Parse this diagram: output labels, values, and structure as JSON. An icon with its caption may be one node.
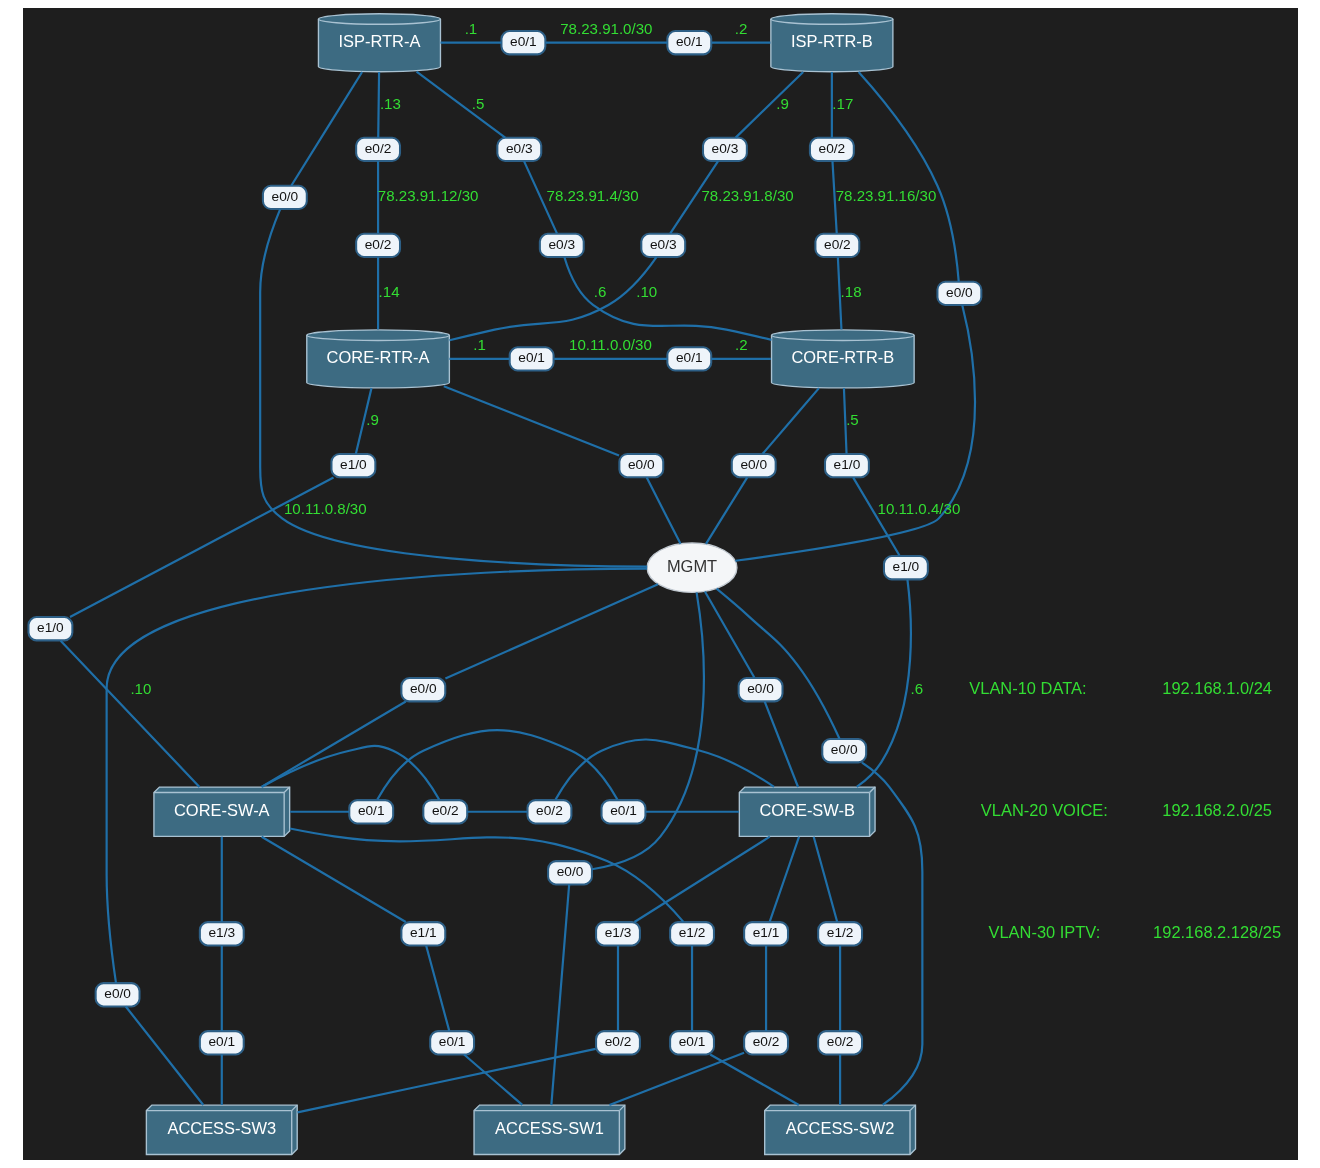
{
  "diagram": {
    "nodes": [
      {
        "text": [
          "ISP-RTR-A"
        ]
      },
      {
        "text": [
          "e0/1"
        ]
      },
      {
        "text": [
          "e0/1"
        ]
      },
      {
        "text": [
          "ISP-RTR-B"
        ]
      },
      {
        "text": [
          "e0/3"
        ]
      },
      {
        "text": [
          "e0/3"
        ]
      },
      {
        "text": [
          "e0/2"
        ]
      },
      {
        "text": [
          "e0/0"
        ]
      },
      {
        "text": [
          "e0/0"
        ]
      },
      {
        "text": [
          "e0/2"
        ]
      },
      {
        "text": [
          "e0/2"
        ]
      },
      {
        "text": [
          "e0/2"
        ]
      },
      {
        "text": [
          "e0/3"
        ]
      },
      {
        "text": [
          "e0/3"
        ]
      },
      {
        "text": [
          "CORE-RTR-A"
        ]
      },
      {
        "text": [
          "e0/1"
        ]
      },
      {
        "text": [
          "e0/1"
        ]
      },
      {
        "text": [
          "CORE-RTR-B"
        ]
      },
      {
        "text": [
          "e0/0"
        ]
      },
      {
        "text": [
          "e0/0"
        ]
      },
      {
        "text": [
          "e1/0"
        ]
      },
      {
        "text": [
          "e1/0"
        ]
      },
      {
        "text": [
          "MGMT"
        ]
      },
      {
        "text": [
          "e1/0"
        ]
      },
      {
        "text": [
          "e1/0"
        ]
      },
      {
        "text": [
          "e0/0"
        ]
      },
      {
        "text": [
          "e0/0"
        ]
      },
      {
        "text": [
          "CORE-SW-A"
        ]
      },
      {
        "text": [
          "e0/1"
        ]
      },
      {
        "text": [
          "e0/1"
        ]
      },
      {
        "text": [
          "e0/2"
        ]
      },
      {
        "text": [
          "e0/2"
        ]
      },
      {
        "text": [
          "CORE-SW-B"
        ]
      },
      {
        "text": [
          "e1/1"
        ]
      },
      {
        "text": [
          "e1/2"
        ]
      },
      {
        "text": [
          "e1/3"
        ]
      },
      {
        "text": [
          "e1/1"
        ]
      },
      {
        "text": [
          "e1/2"
        ]
      },
      {
        "text": [
          "e1/3"
        ]
      },
      {
        "text": [
          "e0/0"
        ]
      },
      {
        "text": [
          "e0/1"
        ]
      },
      {
        "text": [
          "e0/0"
        ]
      },
      {
        "text": [
          "e0/0"
        ]
      },
      {
        "text": [
          "e0/2"
        ]
      },
      {
        "text": [
          "e0/2"
        ]
      },
      {
        "text": [
          "e0/1"
        ]
      },
      {
        "text": [
          "e0/2"
        ]
      },
      {
        "text": [
          "e0/1"
        ]
      },
      {
        "text": [
          "ACCESS-SW1"
        ]
      },
      {
        "text": [
          "ACCESS-SW2"
        ]
      },
      {
        "text": [
          "ACCESS-SW3"
        ]
      }
    ],
    "edges": [
      {
        "from": 0,
        "to": 1,
        "arrow": "none",
        "label": ".1"
      },
      {
        "from": 1,
        "to": 2,
        "arrow": "none",
        "label": "78.23.91.0/30"
      },
      {
        "from": 2,
        "to": 3,
        "arrow": "none",
        "label": ".2"
      },
      {
        "from": 0,
        "to": 4,
        "arrow": "none",
        "label": ".5"
      },
      {
        "from": 4,
        "to": 13,
        "arrow": "none",
        "label": "78.23.91.4/30"
      },
      {
        "from": 13,
        "to": 17,
        "arrow": "none",
        "label": ".6"
      },
      {
        "from": 0,
        "to": 6,
        "arrow": "none",
        "label": ".13"
      },
      {
        "from": 6,
        "to": 10,
        "arrow": "none",
        "label": "78.23.91.12/30"
      },
      {
        "from": 10,
        "to": 14,
        "arrow": "none",
        "label": ".14"
      },
      {
        "from": 0,
        "to": 7,
        "arrow": "none"
      },
      {
        "from": 7,
        "to": 22,
        "arrow": "none"
      },
      {
        "from": 3,
        "to": 5,
        "arrow": "none",
        "label": ".9"
      },
      {
        "from": 5,
        "to": 12,
        "arrow": "none",
        "label": "78.23.91.8/30"
      },
      {
        "from": 12,
        "to": 14,
        "arrow": "none",
        "label": ".10"
      },
      {
        "from": 3,
        "to": 9,
        "arrow": "none",
        "label": ".17"
      },
      {
        "from": 9,
        "to": 11,
        "arrow": "none",
        "label": "78.23.91.16/30"
      },
      {
        "from": 11,
        "to": 17,
        "arrow": "none",
        "label": ".18"
      },
      {
        "from": 3,
        "to": 8,
        "arrow": "none"
      },
      {
        "from": 8,
        "to": 22,
        "arrow": "none"
      },
      {
        "from": 14,
        "to": 15,
        "arrow": "none",
        "label": ".1"
      },
      {
        "from": 15,
        "to": 16,
        "arrow": "none",
        "label": "10.11.0.0/30"
      },
      {
        "from": 16,
        "to": 17,
        "arrow": "none",
        "label": ".2"
      },
      {
        "from": 14,
        "to": 18,
        "arrow": "none"
      },
      {
        "from": 18,
        "to": 22,
        "arrow": "none"
      },
      {
        "from": 14,
        "to": 20,
        "arrow": "none",
        "label": ".9"
      },
      {
        "from": 20,
        "to": 23,
        "arrow": "none",
        "label": "10.11.0.8/30"
      },
      {
        "from": 23,
        "to": 27,
        "arrow": "none",
        "label": ".10"
      },
      {
        "from": 17,
        "to": 19,
        "arrow": "none"
      },
      {
        "from": 19,
        "to": 22,
        "arrow": "none"
      },
      {
        "from": 17,
        "to": 21,
        "arrow": "none",
        "label": ".5"
      },
      {
        "from": 21,
        "to": 24,
        "arrow": "none",
        "label": "10.11.0.4/30"
      },
      {
        "from": 24,
        "to": 32,
        "arrow": "none",
        "label": ".6"
      },
      {
        "from": 22,
        "to": 25,
        "arrow": "none"
      },
      {
        "from": 25,
        "to": 27,
        "arrow": "none"
      },
      {
        "from": 22,
        "to": 26,
        "arrow": "none"
      },
      {
        "from": 26,
        "to": 32,
        "arrow": "none"
      },
      {
        "from": 27,
        "to": 28,
        "arrow": "none"
      },
      {
        "from": 28,
        "to": 29,
        "arrow": "none"
      },
      {
        "from": 29,
        "to": 32,
        "arrow": "none"
      },
      {
        "from": 27,
        "to": 30,
        "arrow": "none"
      },
      {
        "from": 30,
        "to": 31,
        "arrow": "none"
      },
      {
        "from": 31,
        "to": 32,
        "arrow": "none"
      },
      {
        "from": 27,
        "to": 33,
        "arrow": "none"
      },
      {
        "from": 33,
        "to": 40,
        "arrow": "none"
      },
      {
        "from": 40,
        "to": 48,
        "arrow": "none"
      },
      {
        "from": 27,
        "to": 34,
        "arrow": "none"
      },
      {
        "from": 34,
        "to": 45,
        "arrow": "none"
      },
      {
        "from": 45,
        "to": 49,
        "arrow": "none"
      },
      {
        "from": 27,
        "to": 35,
        "arrow": "none"
      },
      {
        "from": 35,
        "to": 47,
        "arrow": "none"
      },
      {
        "from": 47,
        "to": 50,
        "arrow": "none"
      },
      {
        "from": 32,
        "to": 36,
        "arrow": "none"
      },
      {
        "from": 36,
        "to": 44,
        "arrow": "none"
      },
      {
        "from": 44,
        "to": 48,
        "arrow": "none"
      },
      {
        "from": 32,
        "to": 37,
        "arrow": "none"
      },
      {
        "from": 37,
        "to": 46,
        "arrow": "none"
      },
      {
        "from": 46,
        "to": 49,
        "arrow": "none"
      },
      {
        "from": 32,
        "to": 38,
        "arrow": "none"
      },
      {
        "from": 38,
        "to": 43,
        "arrow": "none"
      },
      {
        "from": 43,
        "to": 50,
        "arrow": "none"
      },
      {
        "from": 22,
        "to": 41,
        "arrow": "none"
      },
      {
        "from": 41,
        "to": 48,
        "arrow": "none"
      },
      {
        "from": 22,
        "to": 39,
        "arrow": "none"
      },
      {
        "from": 39,
        "to": 49,
        "arrow": "none"
      },
      {
        "from": 22,
        "to": 42,
        "arrow": "none"
      },
      {
        "from": 42,
        "to": 50,
        "arrow": "none"
      }
    ],
    "labels": [
      "VLAN-10 DATA:",
      "192.168.1.0/24",
      "VLAN-20 VOICE:",
      "192.168.2.0/25",
      "VLAN-30 IPTV:",
      "192.168.2.128/25"
    ]
  }
}
